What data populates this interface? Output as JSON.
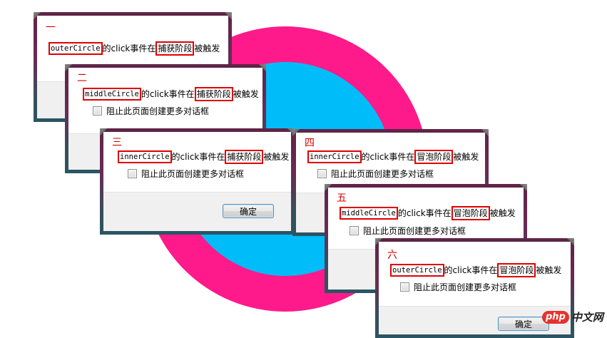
{
  "background": {
    "outer_circle_color": "#fe1a8a",
    "inner_circle_color": "#00bcf8"
  },
  "dialogs": [
    {
      "number": "一",
      "element": "outerCircle",
      "text_mid": "的click事件在",
      "phase": "捕获阶段",
      "text_end": "被触发",
      "checkbox_label": null,
      "ok_label": null
    },
    {
      "number": "二",
      "element": "middleCircle",
      "text_mid": "的click事件在",
      "phase": "捕获阶段",
      "text_end": "被触发",
      "checkbox_label": "阻止此页面创建更多对话框",
      "ok_label": null
    },
    {
      "number": "三",
      "element": "innerCircle",
      "text_mid": "的click事件在",
      "phase": "捕获阶段",
      "text_end": "被触发",
      "checkbox_label": "阻止此页面创建更多对话框",
      "ok_label": "确定"
    },
    {
      "number": "四",
      "element": "innerCircle",
      "text_mid": "的click事件在",
      "phase": "冒泡阶段",
      "text_end": "被触发",
      "checkbox_label": "阻止此页面创建更多对话框",
      "ok_label": null
    },
    {
      "number": "五",
      "element": "middleCircle",
      "text_mid": "的click事件在",
      "phase": "冒泡阶段",
      "text_end": "被触发",
      "checkbox_label": "阻止此页面创建更多对话框",
      "ok_label": null
    },
    {
      "number": "六",
      "element": "outerCircle",
      "text_mid": "的click事件在",
      "phase": "冒泡阶段",
      "text_end": "被触发",
      "checkbox_label": "阻止此页面创建更多对话框",
      "ok_label": "确定"
    }
  ],
  "watermark": {
    "logo": "php",
    "text": "中文网"
  }
}
